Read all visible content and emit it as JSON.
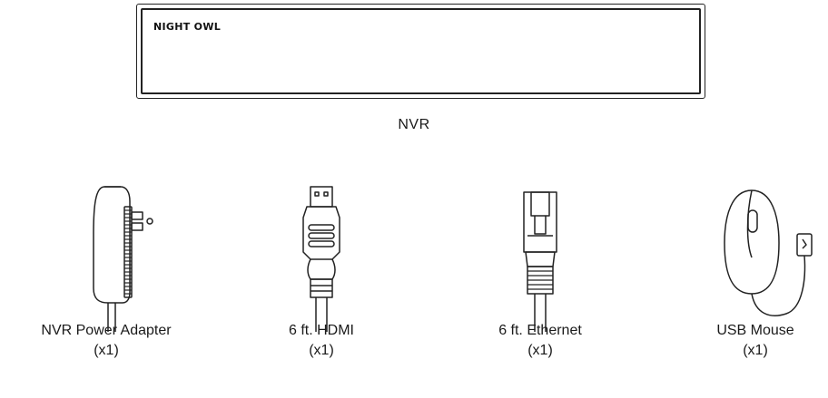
{
  "nvr": {
    "brand": "NIGHT OWL",
    "label": "NVR"
  },
  "items": [
    {
      "name": "NVR Power Adapter",
      "qty": "(x1)",
      "icon": "power-adapter-icon"
    },
    {
      "name": "6 ft. HDMI",
      "qty": "(x1)",
      "icon": "hdmi-cable-icon"
    },
    {
      "name": "6 ft. Ethernet",
      "qty": "(x1)",
      "icon": "ethernet-cable-icon"
    },
    {
      "name": "USB Mouse",
      "qty": "(x1)",
      "icon": "usb-mouse-icon"
    }
  ]
}
